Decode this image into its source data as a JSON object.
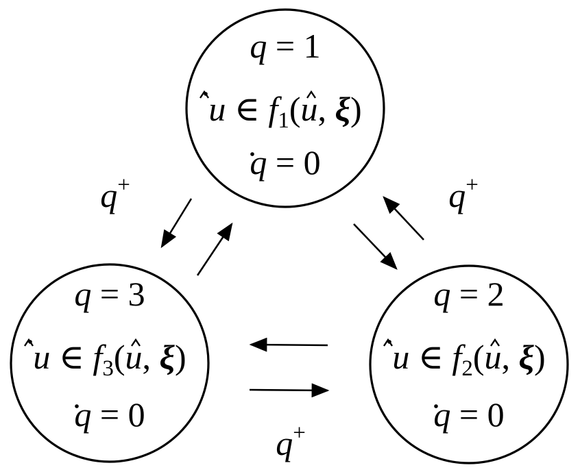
{
  "diagram": {
    "states": [
      {
        "id": "s1",
        "q_var": "q",
        "eq": " = ",
        "q_val": "1",
        "u_var": "u",
        "in_sym": " ∈ ",
        "f": "f",
        "f_idx": "1",
        "args_open": "(",
        "args_u": "u",
        "comma": ", ",
        "xi": "ξ",
        "args_close": ")",
        "dq_var": "q",
        "dq_eq": " = ",
        "dq_val": "0"
      },
      {
        "id": "s2",
        "q_var": "q",
        "eq": " = ",
        "q_val": "2",
        "u_var": "u",
        "in_sym": " ∈ ",
        "f": "f",
        "f_idx": "2",
        "args_open": "(",
        "args_u": "u",
        "comma": ", ",
        "xi": "ξ",
        "args_close": ")",
        "dq_var": "q",
        "dq_eq": " = ",
        "dq_val": "0"
      },
      {
        "id": "s3",
        "q_var": "q",
        "eq": " = ",
        "q_val": "3",
        "u_var": "u",
        "in_sym": " ∈ ",
        "f": "f",
        "f_idx": "3",
        "args_open": "(",
        "args_u": "u",
        "comma": ", ",
        "xi": "ξ",
        "args_close": ")",
        "dq_var": "q",
        "dq_eq": " = ",
        "dq_val": "0"
      }
    ],
    "transition_labels": [
      {
        "between": "s1-s3",
        "var": "q",
        "sup": "+"
      },
      {
        "between": "s1-s2",
        "var": "q",
        "sup": "+"
      },
      {
        "between": "s2-s3",
        "var": "q",
        "sup": "+"
      }
    ],
    "edges": [
      {
        "from": "s1",
        "to": "s3"
      },
      {
        "from": "s3",
        "to": "s1"
      },
      {
        "from": "s1",
        "to": "s2"
      },
      {
        "from": "s2",
        "to": "s1"
      },
      {
        "from": "s2",
        "to": "s3"
      },
      {
        "from": "s3",
        "to": "s2"
      }
    ]
  }
}
